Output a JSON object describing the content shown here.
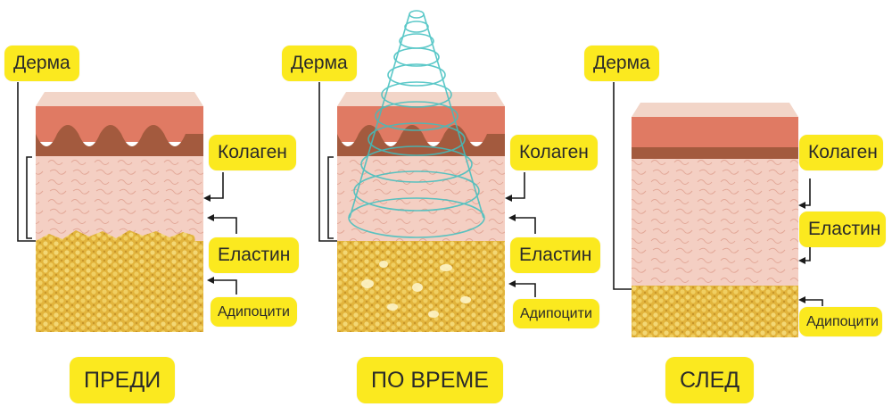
{
  "panels": [
    {
      "key": "before",
      "derma": "Дерма",
      "collagen": "Колаген",
      "elastin": "Еластин",
      "adipocytes": "Адипоцити",
      "caption": "ПРЕДИ"
    },
    {
      "key": "during",
      "derma": "Дерма",
      "collagen": "Колаген",
      "elastin": "Еластин",
      "adipocytes": "Адипоцити",
      "caption": "ПО ВРЕМЕ"
    },
    {
      "key": "after",
      "derma": "Дерма",
      "collagen": "Колаген",
      "elastin": "Еластин",
      "adipocytes": "Адипоцити",
      "caption": "СЛЕД"
    }
  ],
  "colors": {
    "label_bg": "#fbe91f",
    "epidermis": "#e07a63",
    "dermis_wave": "#a35a3e",
    "dermis": "#f3c9bc",
    "fat": "#e4b53a",
    "ultrasound": "#3fbfbf"
  }
}
